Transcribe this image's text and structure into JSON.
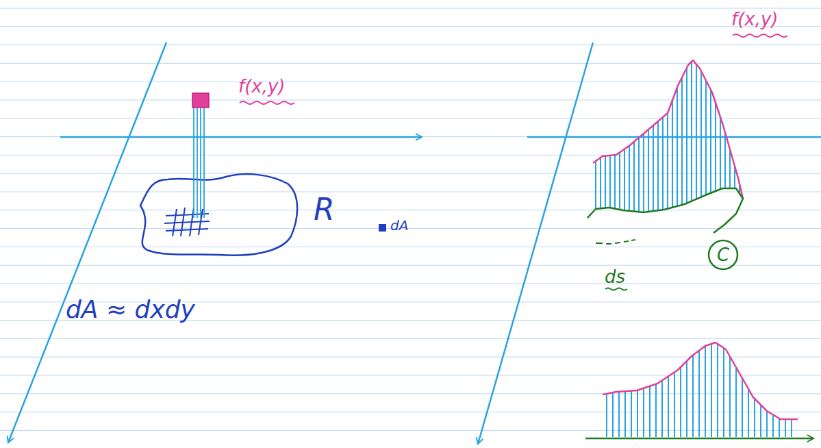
{
  "diagram": {
    "nodes": [
      {
        "text": [
          "C"
        ]
      }
    ],
    "labels": [
      "f(x,y)",
      "R",
      "dA",
      "dA ≈ dxdy",
      "f(x,y)",
      "ds"
    ]
  }
}
